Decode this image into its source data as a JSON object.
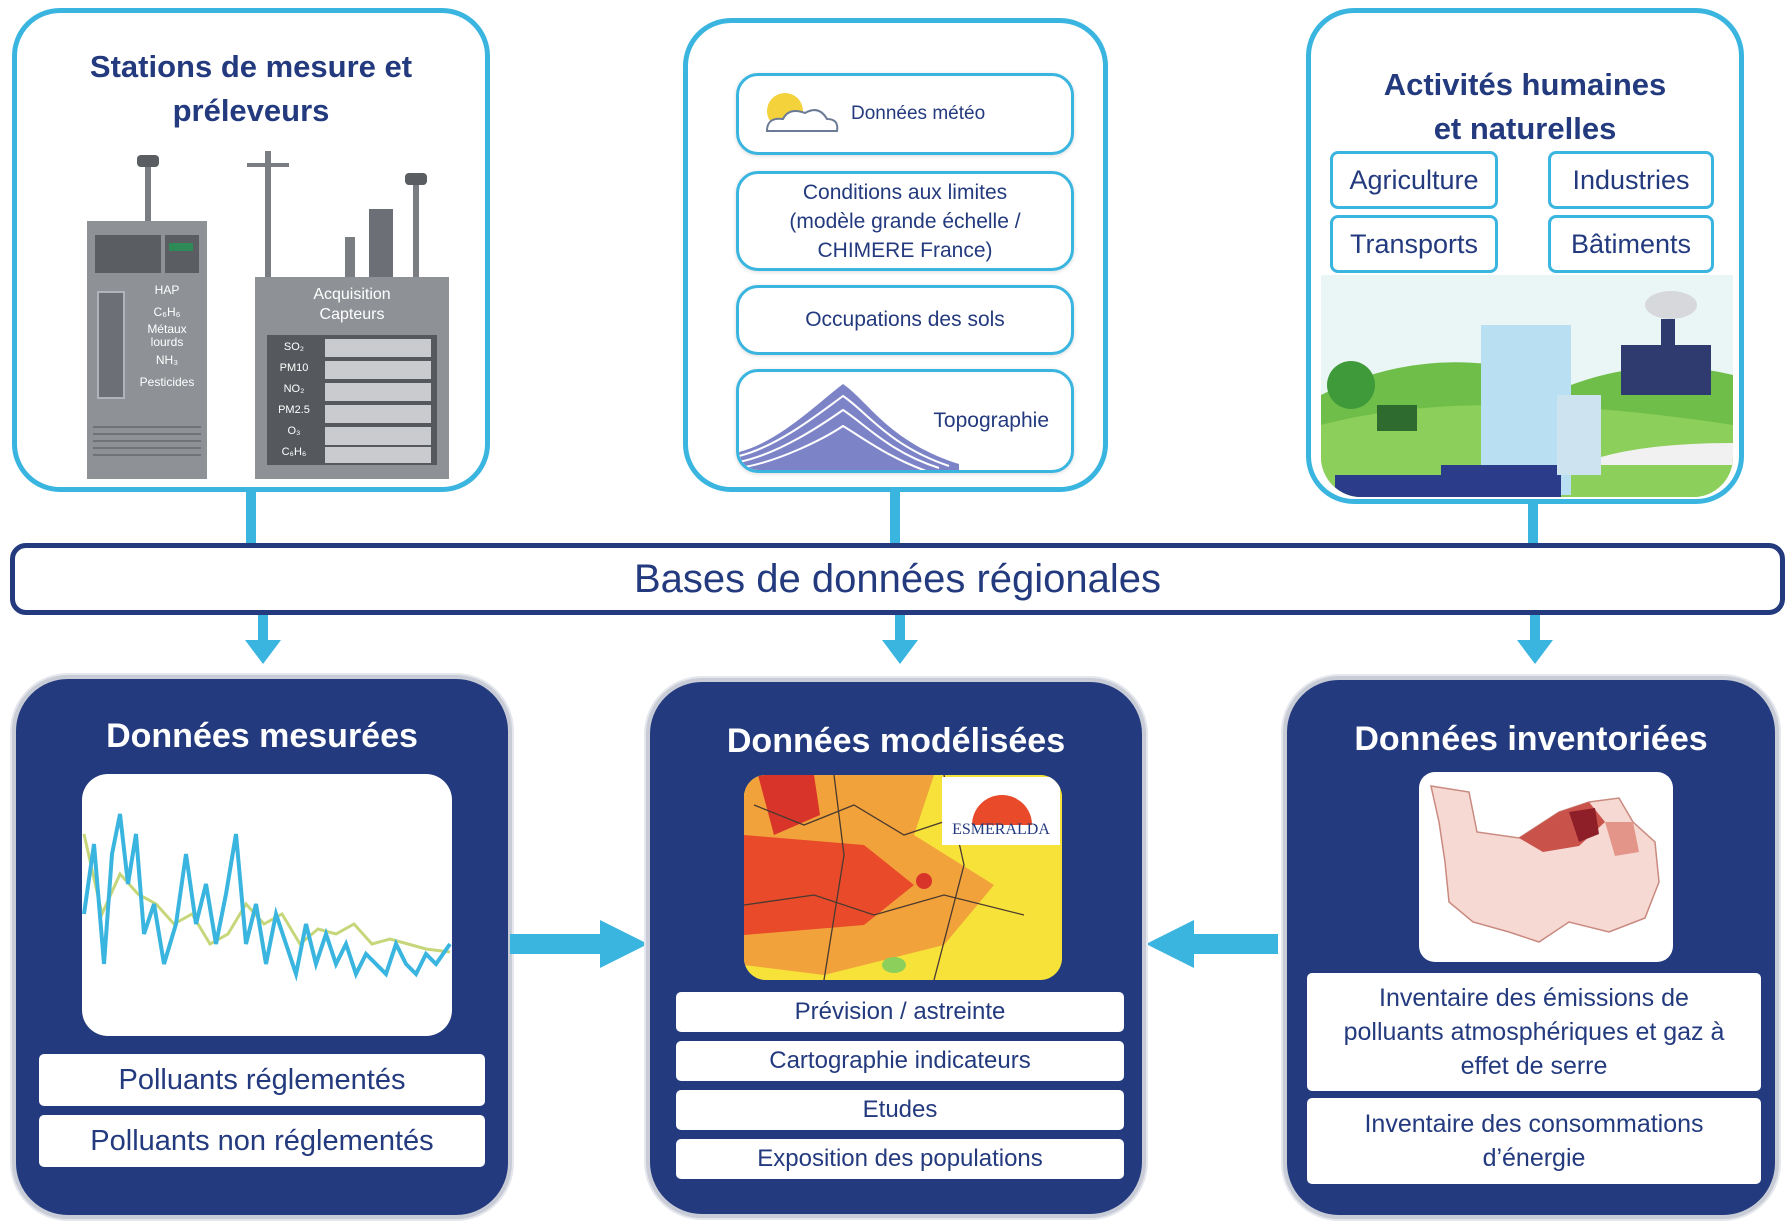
{
  "top": {
    "stations": {
      "title": "Stations de mesure et préleveurs",
      "left_cabinet": {
        "labels": [
          "HAP",
          "C₆H₆",
          "Métaux",
          "lourds",
          "NH₃",
          "Pesticides"
        ]
      },
      "right_cabinet": {
        "header": [
          "Acquisition",
          "Capteurs"
        ],
        "labels": [
          "SO₂",
          "PM10",
          "NO₂",
          "PM2.5",
          "O₃",
          "C₆H₆"
        ]
      }
    },
    "inputs": {
      "items": [
        "Données météo",
        "Conditions aux limites (modèle grande échelle / CHIMERE France)",
        "Occupations des sols",
        "Topographie"
      ]
    },
    "activities": {
      "title": "Activités humaines et naturelles",
      "tags": [
        "Agriculture",
        "Industries",
        "Transports",
        "Bâtiments"
      ]
    }
  },
  "banner": {
    "label": "Bases de données régionales"
  },
  "bottom": {
    "measured": {
      "title": "Données mesurées",
      "items": [
        "Polluants réglementés",
        "Polluants non réglementés"
      ]
    },
    "modeled": {
      "title": "Données modélisées",
      "logo_text": "ESMERALDA",
      "items": [
        "Prévision / astreinte",
        "Cartographie indicateurs",
        "Etudes",
        "Exposition des populations"
      ]
    },
    "inventoried": {
      "title": "Données inventoriées",
      "items": [
        "Inventaire des émissions de polluants atmosphériques et gaz à effet de serre",
        "Inventaire des consommations d’énergie"
      ]
    }
  },
  "colors": {
    "navy": "#233a7e",
    "cyan": "#3ab5e0",
    "white": "#ffffff"
  }
}
